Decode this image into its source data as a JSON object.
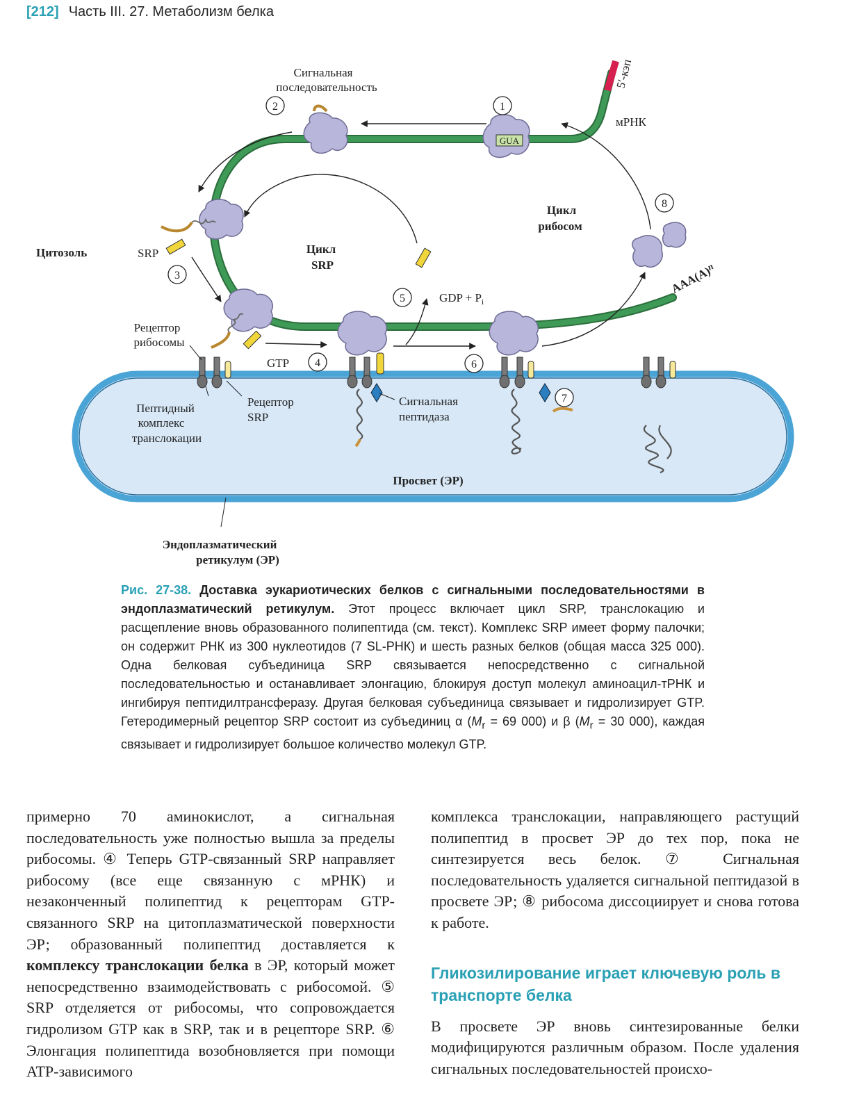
{
  "header": {
    "page_number": "[212]",
    "running_title": "Часть III. 27. Метаболизм белка"
  },
  "figure": {
    "labels": {
      "signal_seq_line1": "Сигнальная",
      "signal_seq_line2": "последовательность",
      "cap": "5′-кэп",
      "mrna": "мРНК",
      "gua": "GUA",
      "ribosome_cycle_line1": "Цикл",
      "ribosome_cycle_line2": "рибосом",
      "srp_cycle_line1": "Цикл",
      "srp_cycle_line2": "SRP",
      "cytosol": "Цитозоль",
      "srp": "SRP",
      "gdp": "GDP + P",
      "gdp_sub": "i",
      "polya": "AAA(A)",
      "polya_n": "n",
      "ribosome_receptor_line1": "Рецептор",
      "ribosome_receptor_line2": "рибосомы",
      "gtp": "GTP",
      "translocon_line1": "Пептидный",
      "translocon_line2": "комплекс",
      "translocon_line3": "транслокации",
      "srp_receptor_line1": "Рецептор",
      "srp_receptor_line2": "SRP",
      "signal_peptidase_line1": "Сигнальная",
      "signal_peptidase_line2": "пептидаза",
      "lumen": "Просвет (ЭР)",
      "er_line1": "Эндоплазматический",
      "er_line2": "ретикулум (ЭР)"
    },
    "step_numbers": [
      "1",
      "2",
      "3",
      "4",
      "5",
      "6",
      "7",
      "8"
    ],
    "colors": {
      "mrna": "#3f9a57",
      "cap": "#d6204f",
      "ribosome": "#b8b6da",
      "srp": "#f0d63a",
      "er_membrane": "#4aa4d6",
      "er_lumen": "#d8e8f7",
      "signal_peptidase": "#2b7fc1",
      "signal_sequence": "#b8862c",
      "accent": "#2aa0b5"
    }
  },
  "caption": {
    "fig_no": "Рис. 27-38.",
    "title": "Доставка эукариотических белков с сигнальными последовательностями в эндоплазматический ретикулум.",
    "body": "Этот процесс включает цикл SRP, транслокацию и расщепление вновь образованного полипептида (см. текст). Комплекс SRP имеет форму  палочки; он содержит РНК из 300 нуклеотидов (7 SL-РНК) и шесть разных белков (общая масса 325 000). Одна белковая субъединица SRP связывается непосредственно с сигнальной последовательностью и останавливает элонгацию, блокируя доступ молекул аминоацил-тРНК и ингибируя пептидилтрансферазу. Другая белковая субъединица связывает и гидролизирует GTP. Гетеродимерный рецептор SRP состоит из субъединиц α (",
    "mr1_symbol": "M",
    "mr1_sub": "r",
    "mr1_tail": " = 69 000) и β (",
    "mr2_symbol": "M",
    "mr2_sub": "r",
    "end": " = 30 000), каждая связывает и гидролизирует большое количество молекул GTP."
  },
  "body": {
    "left": {
      "p1_a": "примерно 70 аминокислот, а сигнальная последовательность уже полностью вышла за пределы рибосомы. ④ Теперь GTP-связанный SRP направляет рибосому (все еще связанную с мРНК) и незаконченный полипептид к рецепторам GTP-связанного SRP на цитоплазматической поверхности ЭР; образованный полипептид доставляется к ",
      "p1_bold": "комплексу транслокации белка",
      "p1_b": " в ЭР, который может непосредственно взаимодействовать с рибосомой. ⑤ SRP отделяется от рибосомы, что сопровождается гидролизом GTP как в SRP, так и в рецепторе SRP. ⑥ Элонгация полипептида возобновляется при помощи ATP-зависимого"
    },
    "right": {
      "p1": "комплекса транслокации, направляющего растущий полипептид в просвет ЭР до тех пор, пока не синтезируется весь белок. ⑦ Сигнальная последовательность удаляется сигнальной пептидазой в просвете ЭР; ⑧ рибосома диссоциирует и снова готова к работе.",
      "heading": "Гликозилирование играет ключевую роль в транспорте белка",
      "p2": "В просвете ЭР вновь синтезированные белки модифицируются различным образом. После удаления сигнальных последовательностей происхо-"
    }
  }
}
